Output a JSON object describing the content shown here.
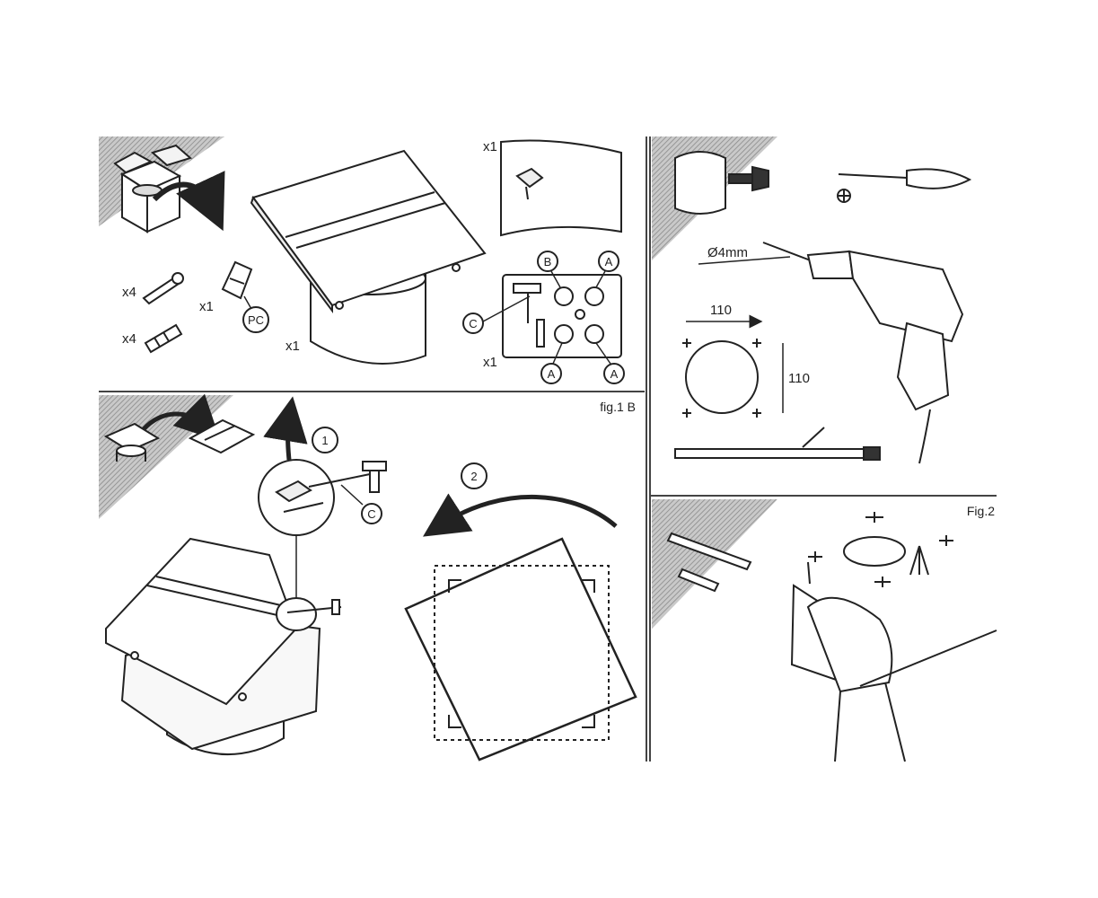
{
  "panel_top_left": {
    "qty_screws": "x4",
    "qty_plugs": "x4",
    "qty_clip": "x1",
    "clip_tag": "PC",
    "qty_fan": "x1",
    "qty_grille": "x1",
    "qty_plate": "x1",
    "callout_b": "B",
    "callout_a": "A",
    "callout_c": "C"
  },
  "panel_bottom_left": {
    "figure_label": "fig.1 B",
    "step_1": "1",
    "step_2": "2",
    "callout_c": "C"
  },
  "panel_top_right": {
    "drill_size": "Ø4mm",
    "dim_horizontal": "110",
    "dim_vertical": "110"
  },
  "panel_bottom_right": {
    "figure_label": "Fig.2"
  },
  "colors": {
    "line": "#222222",
    "hatch": "#9a9a9a",
    "background": "#ffffff"
  }
}
